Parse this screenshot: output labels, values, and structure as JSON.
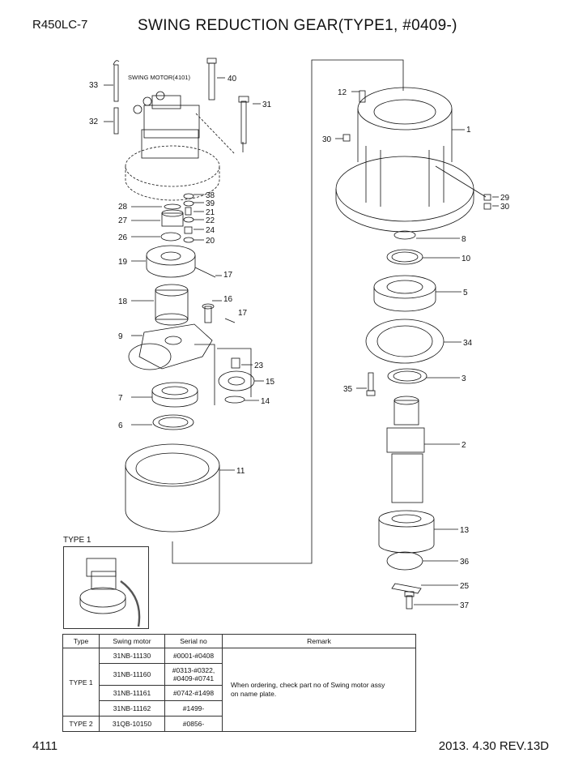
{
  "header": {
    "model": "R450LC-7",
    "title": "SWING REDUCTION GEAR(TYPE1, #0409-)"
  },
  "footer": {
    "page": "4111",
    "date_rev": "2013. 4.30  REV.13D"
  },
  "diagram": {
    "motor_label": "SWING MOTOR(4101)",
    "type1_label": "TYPE 1",
    "callouts": [
      "33",
      "40",
      "31",
      "32",
      "28",
      "38",
      "39",
      "21",
      "22",
      "27",
      "24",
      "26",
      "20",
      "19",
      "17",
      "18",
      "16",
      "17",
      "9",
      "23",
      "15",
      "7",
      "14",
      "6",
      "11",
      "12",
      "1",
      "30",
      "29",
      "30",
      "8",
      "10",
      "5",
      "34",
      "35",
      "3",
      "2",
      "13",
      "36",
      "25",
      "37"
    ]
  },
  "table": {
    "headers": [
      "Type",
      "Swing motor",
      "Serial no",
      "Remark"
    ],
    "rows": [
      {
        "type": "TYPE 1",
        "motor": "31NB-11130",
        "serial": "#0001-#0408"
      },
      {
        "motor": "31NB-11160",
        "serial_line1": "#0313-#0322,",
        "serial_line2": "#0409-#0741"
      },
      {
        "motor": "31NB-11161",
        "serial": "#0742-#1498"
      },
      {
        "motor": "31NB-11162",
        "serial": "#1499-"
      },
      {
        "type": "TYPE 2",
        "motor": "31QB-10150",
        "serial": "#0856-"
      }
    ],
    "remark_line1": "When ordering, check part no of Swing motor assy",
    "remark_line2": "on name plate."
  }
}
